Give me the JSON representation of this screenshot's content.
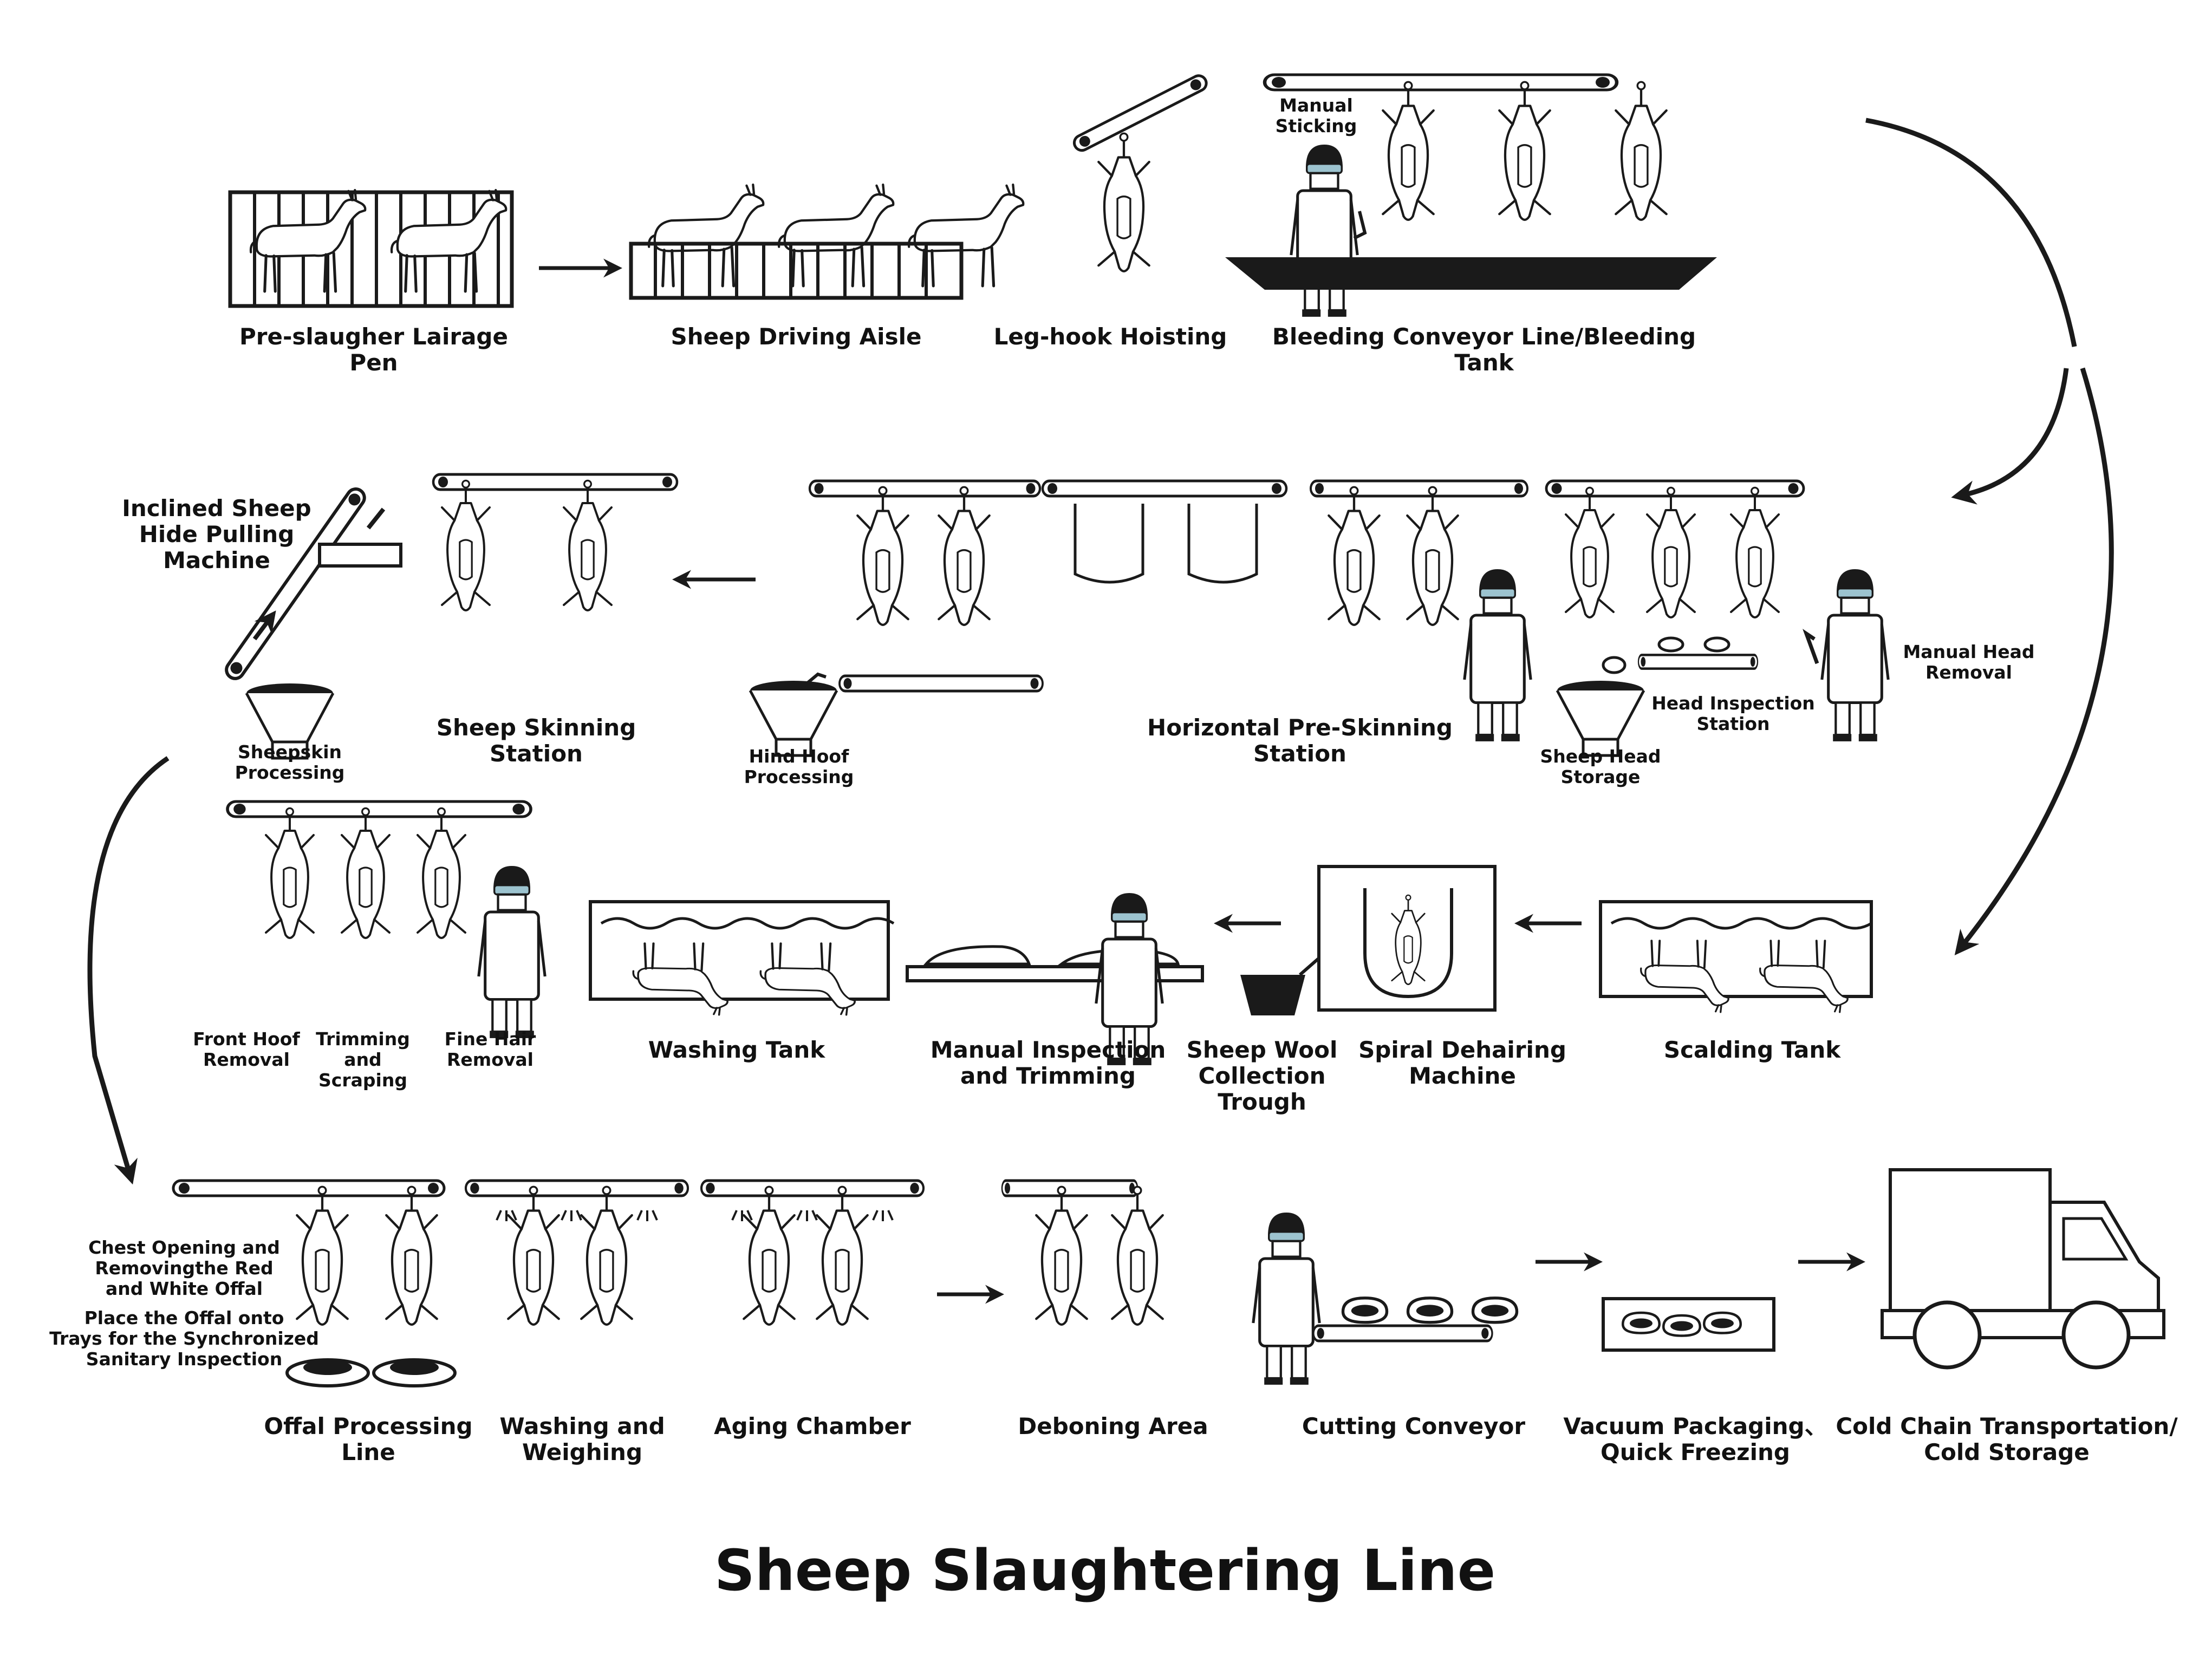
{
  "title": "Sheep Slaughtering Line",
  "colors": {
    "ink": "#1a1a1a",
    "paper": "#ffffff",
    "mask": "#9cc3cf"
  },
  "steps": {
    "lairage_pen": "Pre-slaugher Lairage Pen",
    "driving_aisle": "Sheep Driving Aisle",
    "leg_hook": "Leg-hook Hoisting",
    "bleeding_line": "Bleeding Conveyor Line/Bleeding Tank",
    "hide_pulling": "Inclined Sheep\nHide Pulling\nMachine",
    "skinning_station": "Sheep Skinning Station",
    "horizontal_pre_skinning": "Horizontal Pre-Skinning Station",
    "washing_tank": "Washing Tank",
    "manual_inspection": "Manual Inspection\nand Trimming",
    "wool_trough": "Sheep Wool\nCollection\nTrough",
    "dehairing_machine": "Spiral Dehairing\nMachine",
    "scalding_tank": "Scalding Tank",
    "offal_line": "Offal Processing\nLine",
    "washing_weighing": "Washing and\nWeighing",
    "aging_chamber": "Aging Chamber",
    "deboning_area": "Deboning Area",
    "cutting_conveyor": "Cutting Conveyor",
    "vacuum_packaging": "Vacuum Packaging、\nQuick Freezing",
    "cold_chain": "Cold Chain Transportation/\nCold Storage"
  },
  "annotations": {
    "manual_sticking": "Manual\nSticking",
    "sheepskin_processing": "Sheepskin\nProcessing",
    "hind_hoof": "Hind Hoof\nProcessing",
    "sheep_head_storage": "Sheep Head\nStorage",
    "head_inspection": "Head Inspection\nStation",
    "manual_head_removal": "Manual Head\nRemoval",
    "front_hoof": "Front Hoof\nRemoval",
    "trimming_scraping": "Trimming\nand\nScraping",
    "fine_hair": "Fine Hair\nRemoval",
    "chest_opening": "Chest Opening and\nRemovingthe Red\nand White Offal",
    "offal_trays": "Place the Offal onto\nTrays for the Synchronized\nSanitary Inspection"
  },
  "icons": [
    "lairage-pen-icon",
    "sheep-icon",
    "conveyor-icon",
    "hanging-carcass-icon",
    "worker-icon",
    "knife-icon",
    "tank-icon",
    "hopper-icon",
    "dehairing-machine-icon",
    "tray-icon",
    "meat-cut-icon",
    "truck-icon",
    "arrow-icon"
  ]
}
